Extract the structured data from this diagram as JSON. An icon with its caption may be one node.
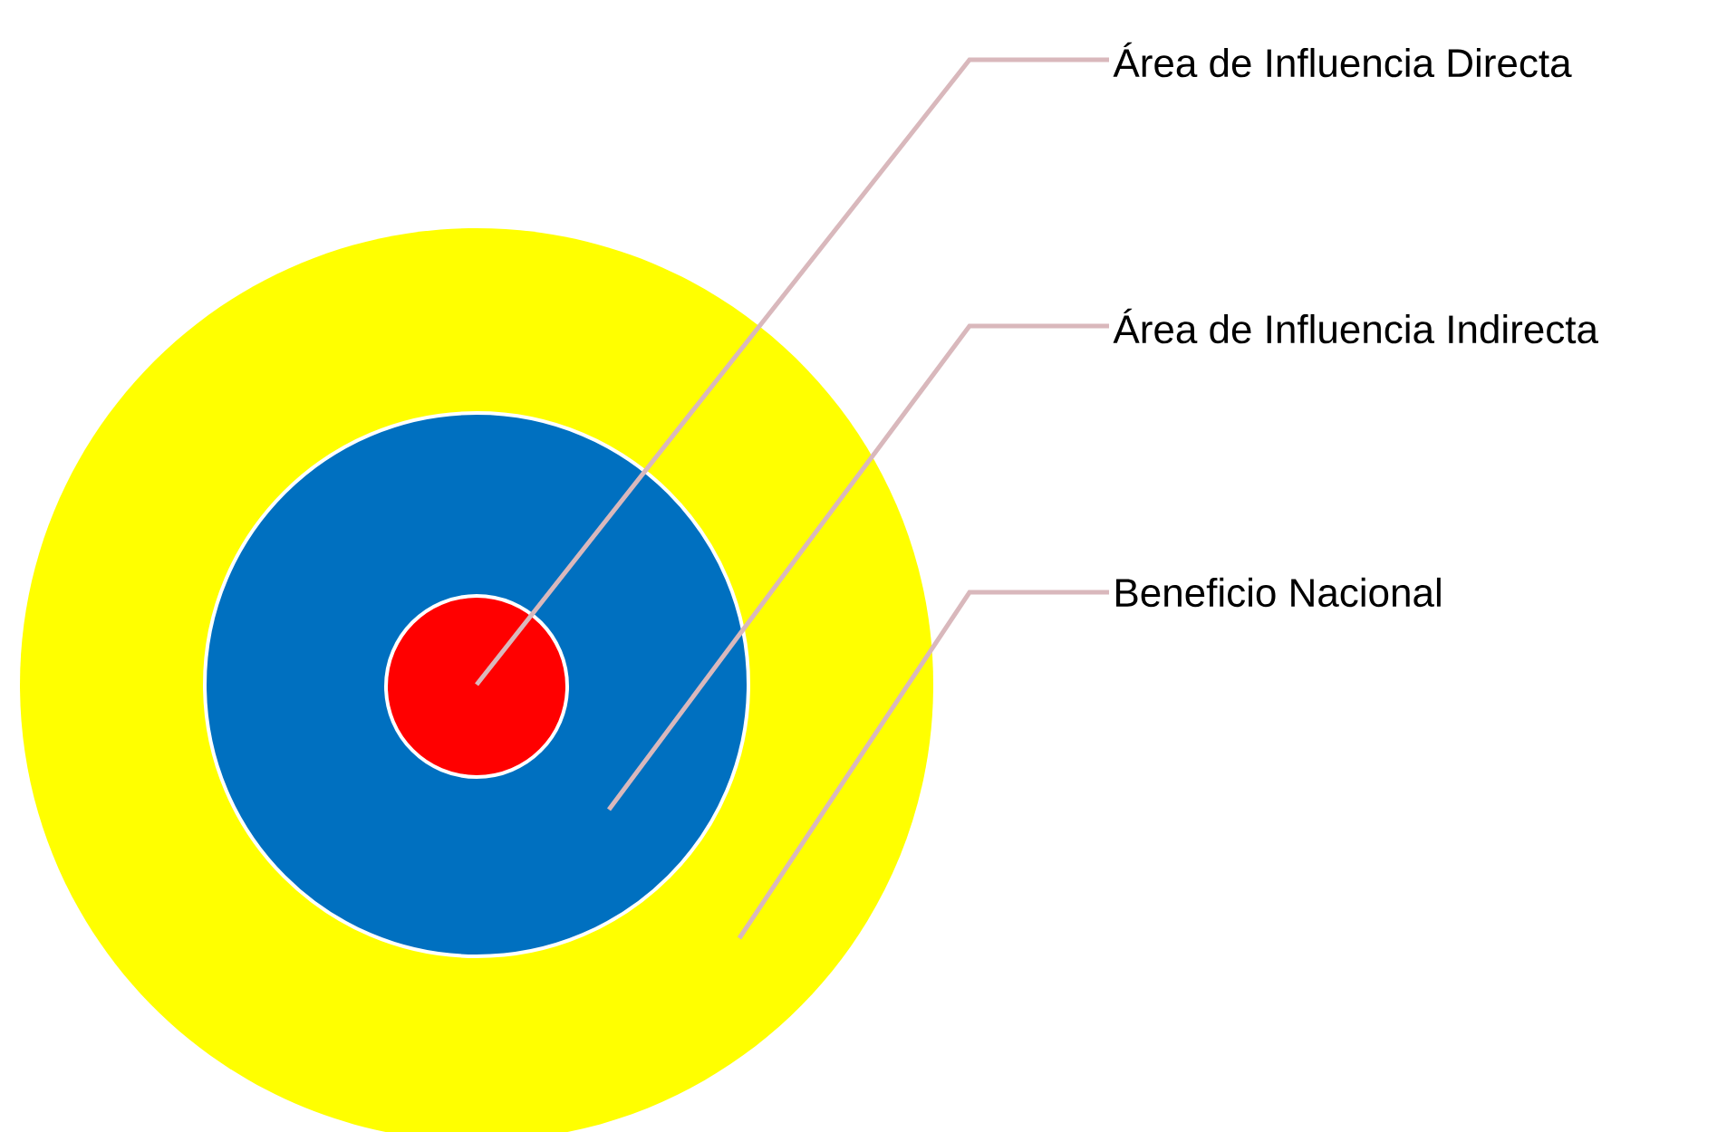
{
  "diagram": {
    "nodes": [
      {
        "text": [],
        "shape": "circle"
      },
      {
        "text": [],
        "shape": "circle",
        "in": 0
      },
      {
        "text": [],
        "shape": "circle",
        "in": 1
      },
      {
        "text": [
          "Área de Influencia Directa"
        ]
      },
      {
        "text": [
          "Área de Influencia Indirecta"
        ]
      },
      {
        "text": [
          "Beneficio Nacional"
        ]
      }
    ],
    "edges": [
      {
        "from": 3,
        "to": 2,
        "arrow": "none"
      },
      {
        "from": 4,
        "to": 1,
        "arrow": "none"
      },
      {
        "from": 5,
        "to": 0,
        "arrow": "none"
      }
    ]
  }
}
